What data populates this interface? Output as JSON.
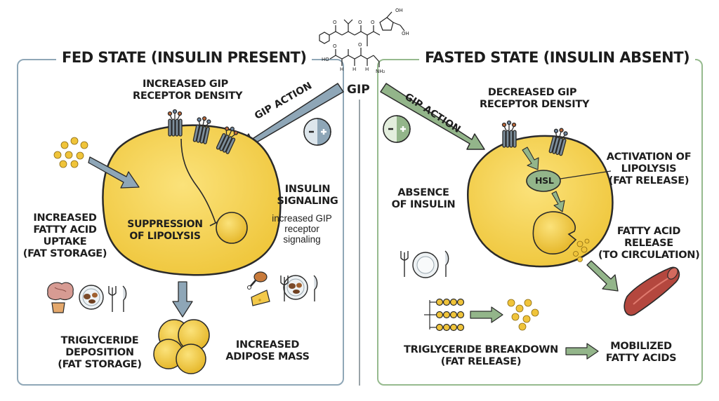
{
  "gip": {
    "label": "GIP"
  },
  "molecule": {
    "atoms": [
      "OH",
      "OH",
      "O",
      "O",
      "O",
      "HO",
      "NH₂",
      "H",
      "H",
      "H",
      "O",
      "O"
    ]
  },
  "fed": {
    "title": "FED STATE (INSULIN PRESENT)",
    "gip_action": "GIP ACTION",
    "receptor_density": [
      "INCREASED GIP",
      "RECEPTOR DENSITY"
    ],
    "suppression": [
      "SUPPRESSION",
      "OF LIPOLYSIS"
    ],
    "insulin_signaling": [
      "INSULIN",
      "SIGNALING"
    ],
    "insulin_signaling_sub": [
      "increased GIP",
      "receptor",
      "signaling"
    ],
    "uptake": [
      "INCREASED",
      "FATTY ACID",
      "UPTAKE",
      "(FAT STORAGE)"
    ],
    "deposition": [
      "TRIGLYCERIDE",
      "DEPOSITION",
      "(FAT STORAGE)"
    ],
    "adipose_mass": [
      "INCREASED",
      "ADIPOSE MASS"
    ]
  },
  "fasted": {
    "title": "FASTED STATE (INSULIN ABSENT)",
    "gip_action": "GIP ACTION",
    "receptor_density": [
      "DECREASED GIP",
      "RECEPTOR DENSITY"
    ],
    "hsl": "HSL",
    "activation": [
      "ACTIVATION OF",
      "LIPOLYSIS",
      "(FAT RELEASE)"
    ],
    "absence": [
      "ABSENCE",
      "OF INSULIN"
    ],
    "fatty_acid_release": [
      "FATTY ACID",
      "RELEASE",
      "(TO CIRCULATION)"
    ],
    "breakdown": [
      "TRIGLYCERIDE BREAKDOWN",
      "(FAT RELEASE)"
    ],
    "mobilized": [
      "MOBILIZED",
      "FATTY ACIDS"
    ]
  },
  "colors": {
    "fed_border": "#8fa7b7",
    "fasted_border": "#96ba8e",
    "cell_fill": "#f5d24a",
    "cell_stroke": "#2a2a2a",
    "fed_arrow": "#8ea6b7",
    "fasted_arrow": "#93b58a",
    "droplet": "#f0c43a"
  }
}
